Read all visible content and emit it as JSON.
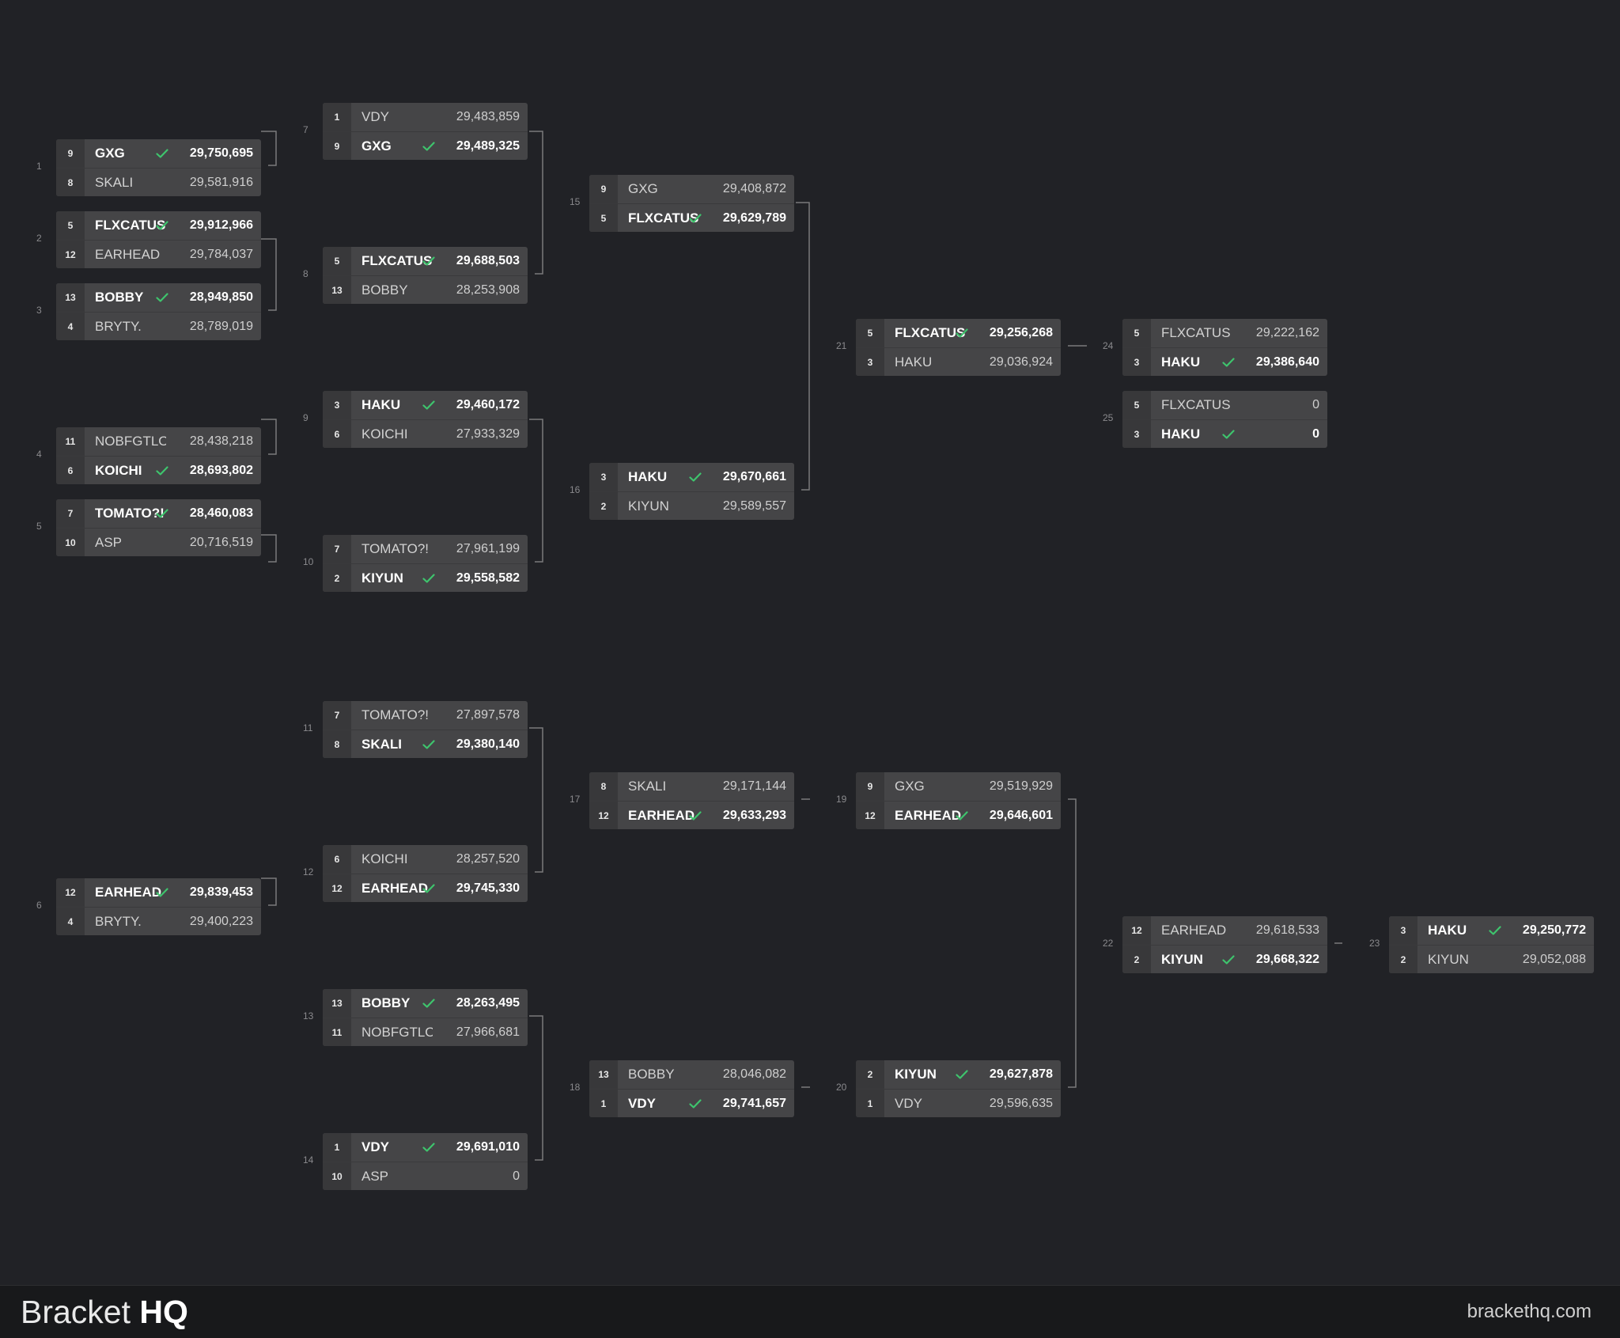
{
  "matches": [
    {
      "number": "1",
      "teams": [
        {
          "seed": "9",
          "name": "GXG",
          "score": "29,750,695",
          "winner": true
        },
        {
          "seed": "8",
          "name": "SKALI",
          "score": "29,581,916",
          "winner": false
        }
      ]
    },
    {
      "number": "2",
      "teams": [
        {
          "seed": "5",
          "name": "FLXCATUS",
          "score": "29,912,966",
          "winner": true
        },
        {
          "seed": "12",
          "name": "EARHEAD",
          "score": "29,784,037",
          "winner": false
        }
      ]
    },
    {
      "number": "3",
      "teams": [
        {
          "seed": "13",
          "name": "BOBBY",
          "score": "28,949,850",
          "winner": true
        },
        {
          "seed": "4",
          "name": "BRYTY.",
          "score": "28,789,019",
          "winner": false
        }
      ]
    },
    {
      "number": "4",
      "teams": [
        {
          "seed": "11",
          "name": "NOBFGTLO",
          "score": "28,438,218",
          "winner": false
        },
        {
          "seed": "6",
          "name": "KOICHI",
          "score": "28,693,802",
          "winner": true
        }
      ]
    },
    {
      "number": "5",
      "teams": [
        {
          "seed": "7",
          "name": "TOMATO?!",
          "score": "28,460,083",
          "winner": true
        },
        {
          "seed": "10",
          "name": "ASP",
          "score": "20,716,519",
          "winner": false
        }
      ]
    },
    {
      "number": "6",
      "teams": [
        {
          "seed": "12",
          "name": "EARHEAD",
          "score": "29,839,453",
          "winner": true
        },
        {
          "seed": "4",
          "name": "BRYTY.",
          "score": "29,400,223",
          "winner": false
        }
      ]
    },
    {
      "number": "7",
      "teams": [
        {
          "seed": "1",
          "name": "VDY",
          "score": "29,483,859",
          "winner": false
        },
        {
          "seed": "9",
          "name": "GXG",
          "score": "29,489,325",
          "winner": true
        }
      ]
    },
    {
      "number": "8",
      "teams": [
        {
          "seed": "5",
          "name": "FLXCATUS",
          "score": "29,688,503",
          "winner": true
        },
        {
          "seed": "13",
          "name": "BOBBY",
          "score": "28,253,908",
          "winner": false
        }
      ]
    },
    {
      "number": "9",
      "teams": [
        {
          "seed": "3",
          "name": "HAKU",
          "score": "29,460,172",
          "winner": true
        },
        {
          "seed": "6",
          "name": "KOICHI",
          "score": "27,933,329",
          "winner": false
        }
      ]
    },
    {
      "number": "10",
      "teams": [
        {
          "seed": "7",
          "name": "TOMATO?!",
          "score": "27,961,199",
          "winner": false
        },
        {
          "seed": "2",
          "name": "KIYUN",
          "score": "29,558,582",
          "winner": true
        }
      ]
    },
    {
      "number": "11",
      "teams": [
        {
          "seed": "7",
          "name": "TOMATO?!",
          "score": "27,897,578",
          "winner": false
        },
        {
          "seed": "8",
          "name": "SKALI",
          "score": "29,380,140",
          "winner": true
        }
      ]
    },
    {
      "number": "12",
      "teams": [
        {
          "seed": "6",
          "name": "KOICHI",
          "score": "28,257,520",
          "winner": false
        },
        {
          "seed": "12",
          "name": "EARHEAD",
          "score": "29,745,330",
          "winner": true
        }
      ]
    },
    {
      "number": "13",
      "teams": [
        {
          "seed": "13",
          "name": "BOBBY",
          "score": "28,263,495",
          "winner": true
        },
        {
          "seed": "11",
          "name": "NOBFGTLO",
          "score": "27,966,681",
          "winner": false
        }
      ]
    },
    {
      "number": "14",
      "teams": [
        {
          "seed": "1",
          "name": "VDY",
          "score": "29,691,010",
          "winner": true
        },
        {
          "seed": "10",
          "name": "ASP",
          "score": "0",
          "winner": false
        }
      ]
    },
    {
      "number": "15",
      "teams": [
        {
          "seed": "9",
          "name": "GXG",
          "score": "29,408,872",
          "winner": false
        },
        {
          "seed": "5",
          "name": "FLXCATUS",
          "score": "29,629,789",
          "winner": true
        }
      ]
    },
    {
      "number": "16",
      "teams": [
        {
          "seed": "3",
          "name": "HAKU",
          "score": "29,670,661",
          "winner": true
        },
        {
          "seed": "2",
          "name": "KIYUN",
          "score": "29,589,557",
          "winner": false
        }
      ]
    },
    {
      "number": "17",
      "teams": [
        {
          "seed": "8",
          "name": "SKALI",
          "score": "29,171,144",
          "winner": false
        },
        {
          "seed": "12",
          "name": "EARHEAD",
          "score": "29,633,293",
          "winner": true
        }
      ]
    },
    {
      "number": "18",
      "teams": [
        {
          "seed": "13",
          "name": "BOBBY",
          "score": "28,046,082",
          "winner": false
        },
        {
          "seed": "1",
          "name": "VDY",
          "score": "29,741,657",
          "winner": true
        }
      ]
    },
    {
      "number": "19",
      "teams": [
        {
          "seed": "9",
          "name": "GXG",
          "score": "29,519,929",
          "winner": false
        },
        {
          "seed": "12",
          "name": "EARHEAD",
          "score": "29,646,601",
          "winner": true
        }
      ]
    },
    {
      "number": "20",
      "teams": [
        {
          "seed": "2",
          "name": "KIYUN",
          "score": "29,627,878",
          "winner": true
        },
        {
          "seed": "1",
          "name": "VDY",
          "score": "29,596,635",
          "winner": false
        }
      ]
    },
    {
      "number": "21",
      "teams": [
        {
          "seed": "5",
          "name": "FLXCATUS",
          "score": "29,256,268",
          "winner": true
        },
        {
          "seed": "3",
          "name": "HAKU",
          "score": "29,036,924",
          "winner": false
        }
      ]
    },
    {
      "number": "22",
      "teams": [
        {
          "seed": "12",
          "name": "EARHEAD",
          "score": "29,618,533",
          "winner": false
        },
        {
          "seed": "2",
          "name": "KIYUN",
          "score": "29,668,322",
          "winner": true
        }
      ]
    },
    {
      "number": "23",
      "teams": [
        {
          "seed": "3",
          "name": "HAKU",
          "score": "29,250,772",
          "winner": true
        },
        {
          "seed": "2",
          "name": "KIYUN",
          "score": "29,052,088",
          "winner": false
        }
      ]
    },
    {
      "number": "24",
      "teams": [
        {
          "seed": "5",
          "name": "FLXCATUS",
          "score": "29,222,162",
          "winner": false
        },
        {
          "seed": "3",
          "name": "HAKU",
          "score": "29,386,640",
          "winner": true
        }
      ]
    },
    {
      "number": "25",
      "teams": [
        {
          "seed": "5",
          "name": "FLXCATUS",
          "score": "0",
          "winner": false
        },
        {
          "seed": "3",
          "name": "HAKU",
          "score": "0",
          "winner": true
        }
      ]
    }
  ],
  "footer": {
    "brand_light": "Bracket",
    "brand_bold": "HQ",
    "site": "brackethq.com"
  },
  "colors": {
    "background": "#212226",
    "card": "#454547",
    "seed_cell": "#38383a",
    "check": "#3ec46d",
    "connector": "#7a7a7c",
    "footer": "#18191b"
  }
}
